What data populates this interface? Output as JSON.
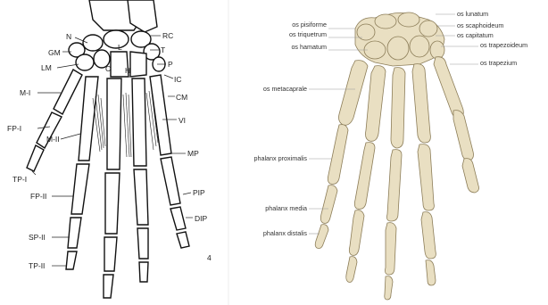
{
  "left_panel": {
    "labels": {
      "N": "N",
      "RC": "RC",
      "GM": "GM",
      "LM": "LM",
      "L": "L",
      "T": "T",
      "C": "C",
      "H": "H",
      "P": "P",
      "IC": "IC",
      "CM": "CM",
      "MI": "M-I",
      "FPI": "FP-I",
      "MII": "M-II",
      "VI": "VI",
      "MP": "MP",
      "TPI": "TP-I",
      "FPII": "FP-II",
      "PIP": "PIP",
      "DIP": "DIP",
      "SPII": "SP-II",
      "TPII": "TP-II",
      "four": "4"
    }
  },
  "right_panel": {
    "labels": {
      "pisiforme": "os pisiforme",
      "triquetrum": "os triquetrum",
      "hamatum": "os hamatum",
      "lunatum": "os lunatum",
      "scaphoideum": "os scaphoideum",
      "capitatum": "os capitatum",
      "trapezoideum": "os trapezoideum",
      "trapezium": "os trapezium",
      "metacarpale": "os metacaprale",
      "phalanx_proximalis": "phalanx proximalis",
      "phalanx_media": "phalanx media",
      "phalanx_distalis": "phalanx distalis"
    }
  },
  "colors": {
    "bone": "#e9dfc2",
    "bone_outline": "#8c7d58",
    "line_art": "#111111"
  }
}
